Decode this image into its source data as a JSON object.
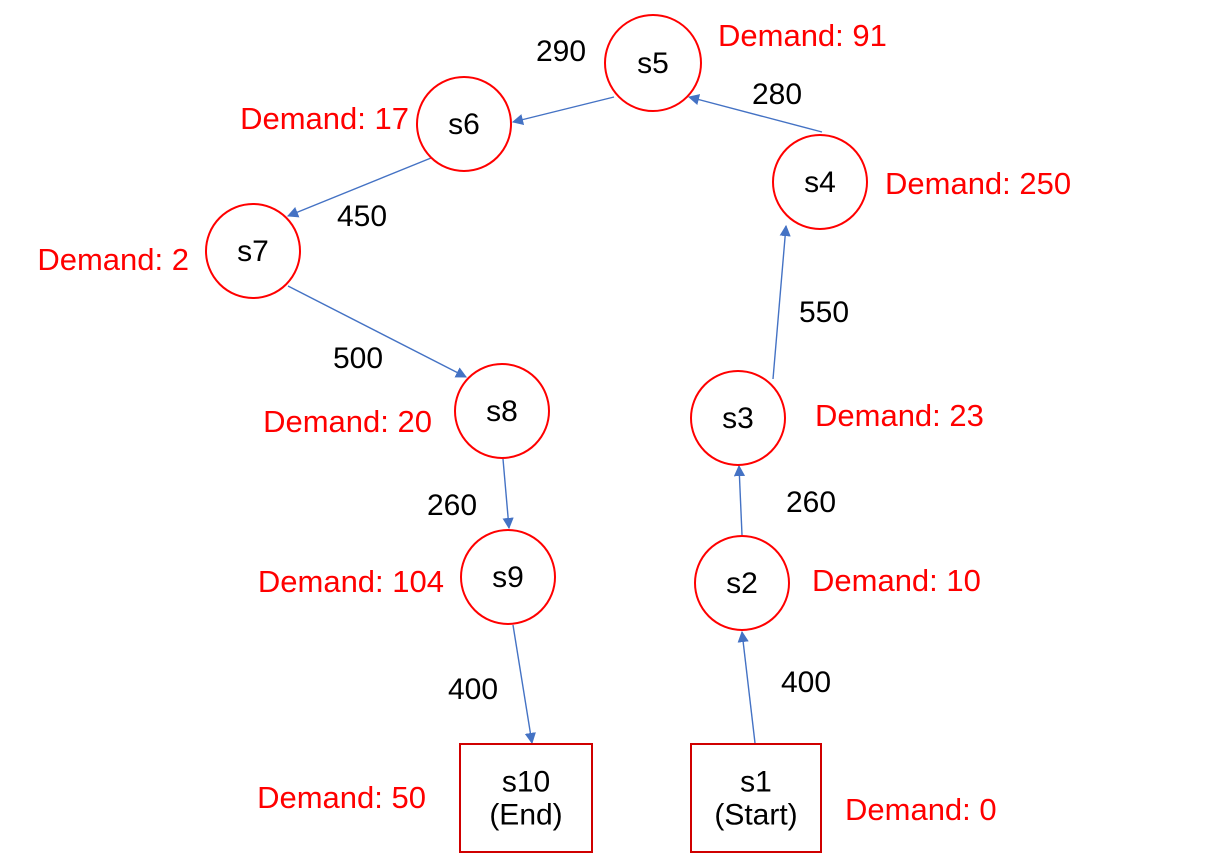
{
  "diagram": {
    "nodes": [
      {
        "id": "s1",
        "label": [
          "s1",
          "(Start)"
        ],
        "demand": "Demand: 0"
      },
      {
        "id": "s2",
        "label": [
          "s2"
        ],
        "demand": "Demand: 10"
      },
      {
        "id": "s3",
        "label": [
          "s3"
        ],
        "demand": "Demand: 23"
      },
      {
        "id": "s4",
        "label": [
          "s4"
        ],
        "demand": "Demand: 250"
      },
      {
        "id": "s5",
        "label": [
          "s5"
        ],
        "demand": "Demand: 91"
      },
      {
        "id": "s6",
        "label": [
          "s6"
        ],
        "demand": "Demand: 17"
      },
      {
        "id": "s7",
        "label": [
          "s7"
        ],
        "demand": "Demand: 2"
      },
      {
        "id": "s8",
        "label": [
          "s8"
        ],
        "demand": "Demand: 20"
      },
      {
        "id": "s9",
        "label": [
          "s9"
        ],
        "demand": "Demand: 104"
      },
      {
        "id": "s10",
        "label": [
          "s10",
          "(End)"
        ],
        "demand": "Demand: 50"
      }
    ],
    "edges": [
      {
        "from": "s1",
        "to": "s2",
        "weight": "400"
      },
      {
        "from": "s2",
        "to": "s3",
        "weight": "260"
      },
      {
        "from": "s3",
        "to": "s4",
        "weight": "550"
      },
      {
        "from": "s4",
        "to": "s5",
        "weight": "280"
      },
      {
        "from": "s5",
        "to": "s6",
        "weight": "290"
      },
      {
        "from": "s6",
        "to": "s7",
        "weight": "450"
      },
      {
        "from": "s7",
        "to": "s8",
        "weight": "500"
      },
      {
        "from": "s8",
        "to": "s9",
        "weight": "260"
      },
      {
        "from": "s9",
        "to": "s10",
        "weight": "400"
      }
    ],
    "colors": {
      "node_border": "#ff0000",
      "demand_text": "#ff0000",
      "edge": "#4472c4"
    }
  }
}
